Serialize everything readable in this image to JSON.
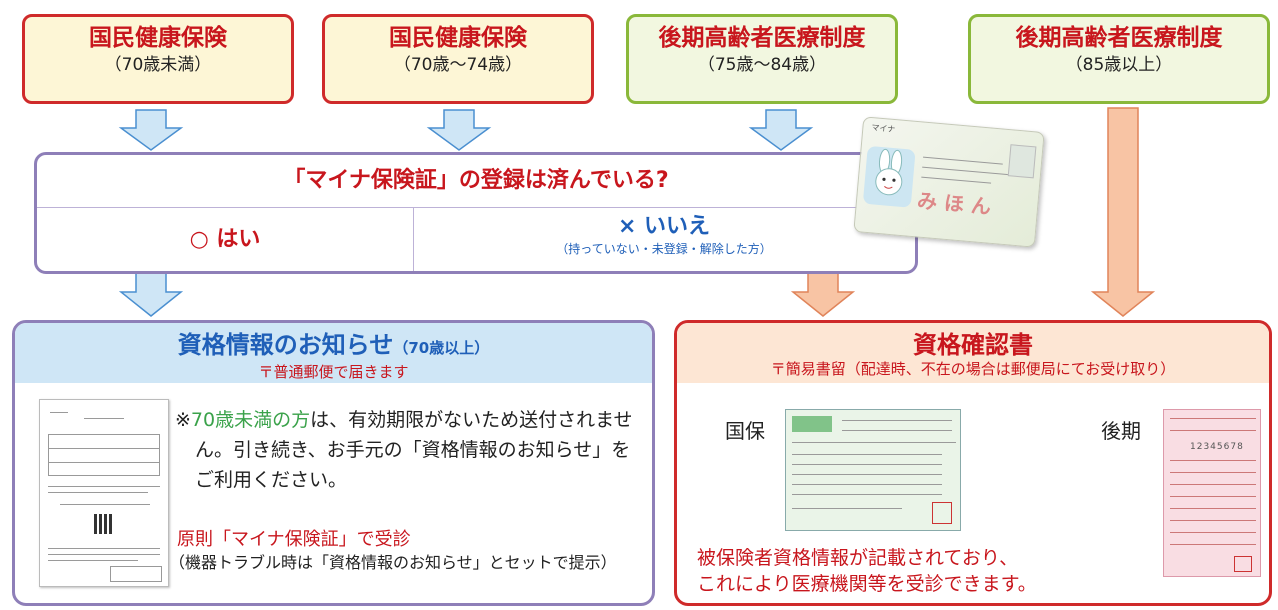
{
  "top_boxes": [
    {
      "title": "国民健康保険",
      "sub": "（70歳未満）"
    },
    {
      "title": "国民健康保険",
      "sub": "（70歳〜74歳）"
    },
    {
      "title": "後期高齢者医療制度",
      "sub": "（75歳〜84歳）"
    },
    {
      "title": "後期高齢者医療制度",
      "sub": "（85歳以上）"
    }
  ],
  "question": {
    "title": "「マイナ保険証」の登録は済んでいる?",
    "yes": "○ はい",
    "no": "× いいえ",
    "no_note": "（持っていない・未登録・解除した方）"
  },
  "mycard": {
    "label": "マイナ",
    "name": "み ほ ん"
  },
  "notice": {
    "title": "資格情報のお知らせ",
    "title_suffix": "（70歳以上）",
    "subtitle": "〒普通郵便で届きます",
    "note_prefix": "※",
    "note_highlight": "70歳未満の方",
    "note_rest": "は、有効期限がないため送付されません。引き続き、お手元の「資格情報のお知らせ」をご利用ください。",
    "rule": "原則「マイナ保険証」で受診",
    "rule_note": "（機器トラブル時は「資格情報のお知らせ」とセットで提示）"
  },
  "certificate": {
    "title": "資格確認書",
    "subtitle": "〒簡易書留（配達時、不在の場合は郵便局にてお受け取り）",
    "label_kokuho": "国保",
    "label_kouki": "後期",
    "kouki_number": "12345678",
    "desc_line1": "被保険者資格情報が記載されており、",
    "desc_line2": "これにより医療機関等を受診できます。"
  },
  "colors": {
    "red": "#c8161d",
    "blue": "#1f5fb8",
    "green": "#3aa24a",
    "purple_border": "#8e7fb8",
    "arrow_blue": "#cfe6f6",
    "arrow_orange": "#f8c4a4"
  }
}
